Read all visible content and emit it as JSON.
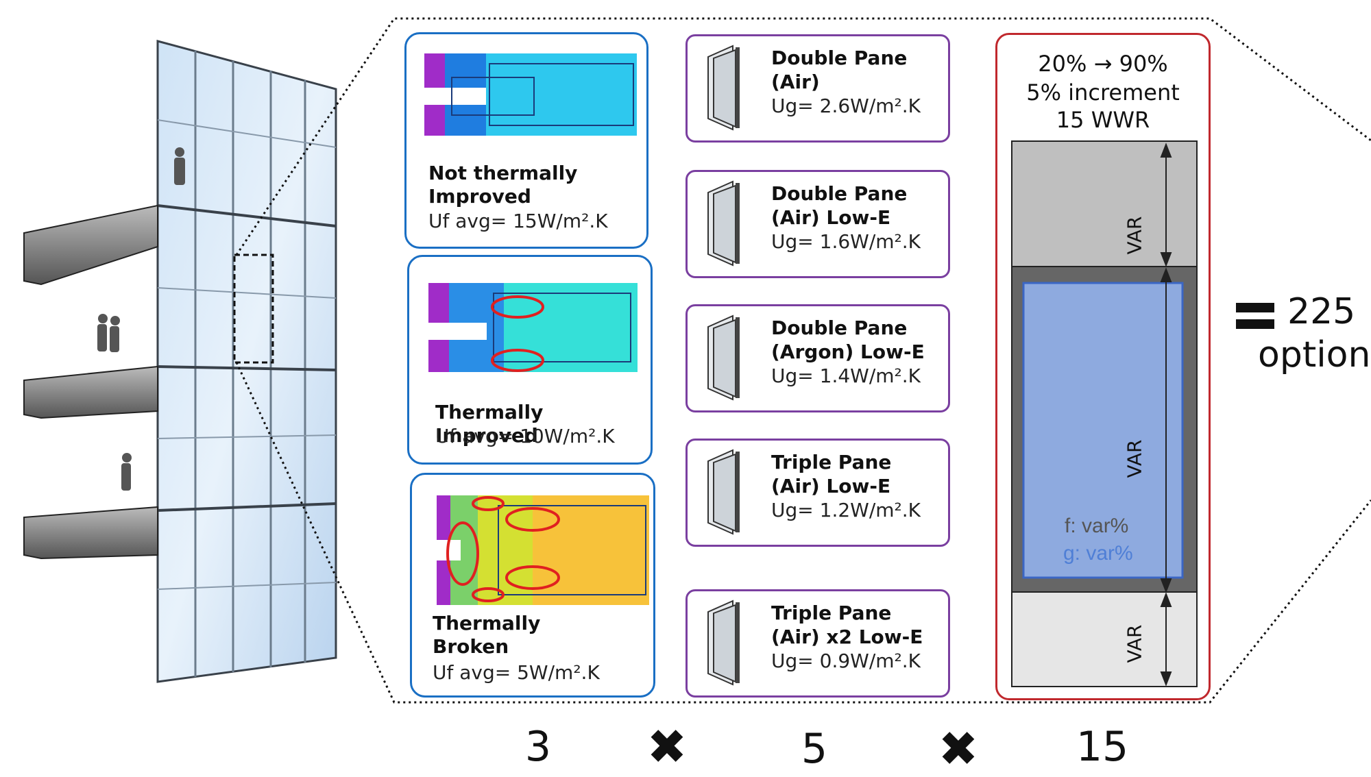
{
  "frames": [
    {
      "title_line1": "Not thermally",
      "title_line2": "Improved",
      "value": "Uf avg= 15W/m².K"
    },
    {
      "title_line1": "Thermally Improved",
      "title_line2": "",
      "value": "Uf avg= 10W/m².K"
    },
    {
      "title_line1": "Thermally",
      "title_line2": "Broken",
      "value": "Uf avg= 5W/m².K"
    }
  ],
  "glazing": [
    {
      "line1": "Double Pane",
      "line2": "(Air)",
      "value": "Ug= 2.6W/m².K"
    },
    {
      "line1": "Double Pane",
      "line2": "(Air) Low-E",
      "value": "Ug= 1.6W/m².K"
    },
    {
      "line1": "Double Pane",
      "line2": "(Argon) Low-E",
      "value": "Ug= 1.4W/m².K"
    },
    {
      "line1": "Triple Pane",
      "line2": "(Air) Low-E",
      "value": "Ug= 1.2W/m².K"
    },
    {
      "line1": "Triple Pane",
      "line2": "(Air) x2 Low-E",
      "value": "Ug= 0.9W/m².K"
    }
  ],
  "wwr": {
    "line1": "20% → 90%",
    "line2": "5% increment",
    "line3": "15 WWR",
    "var_label": "VAR",
    "f_label": "f: var%",
    "g_label": "g: var%"
  },
  "result": {
    "value": "225",
    "unit": "options"
  },
  "counts": {
    "frames": "3",
    "glazing": "5",
    "wwr": "15",
    "multiply_symbol": "✖"
  },
  "colors": {
    "frame_border": "#1a6fc4",
    "glass_border": "#7a3fa0",
    "wwr_border": "#c0282d",
    "glass_fill": "#8eaadf",
    "g_text": "#4f7fd6"
  }
}
